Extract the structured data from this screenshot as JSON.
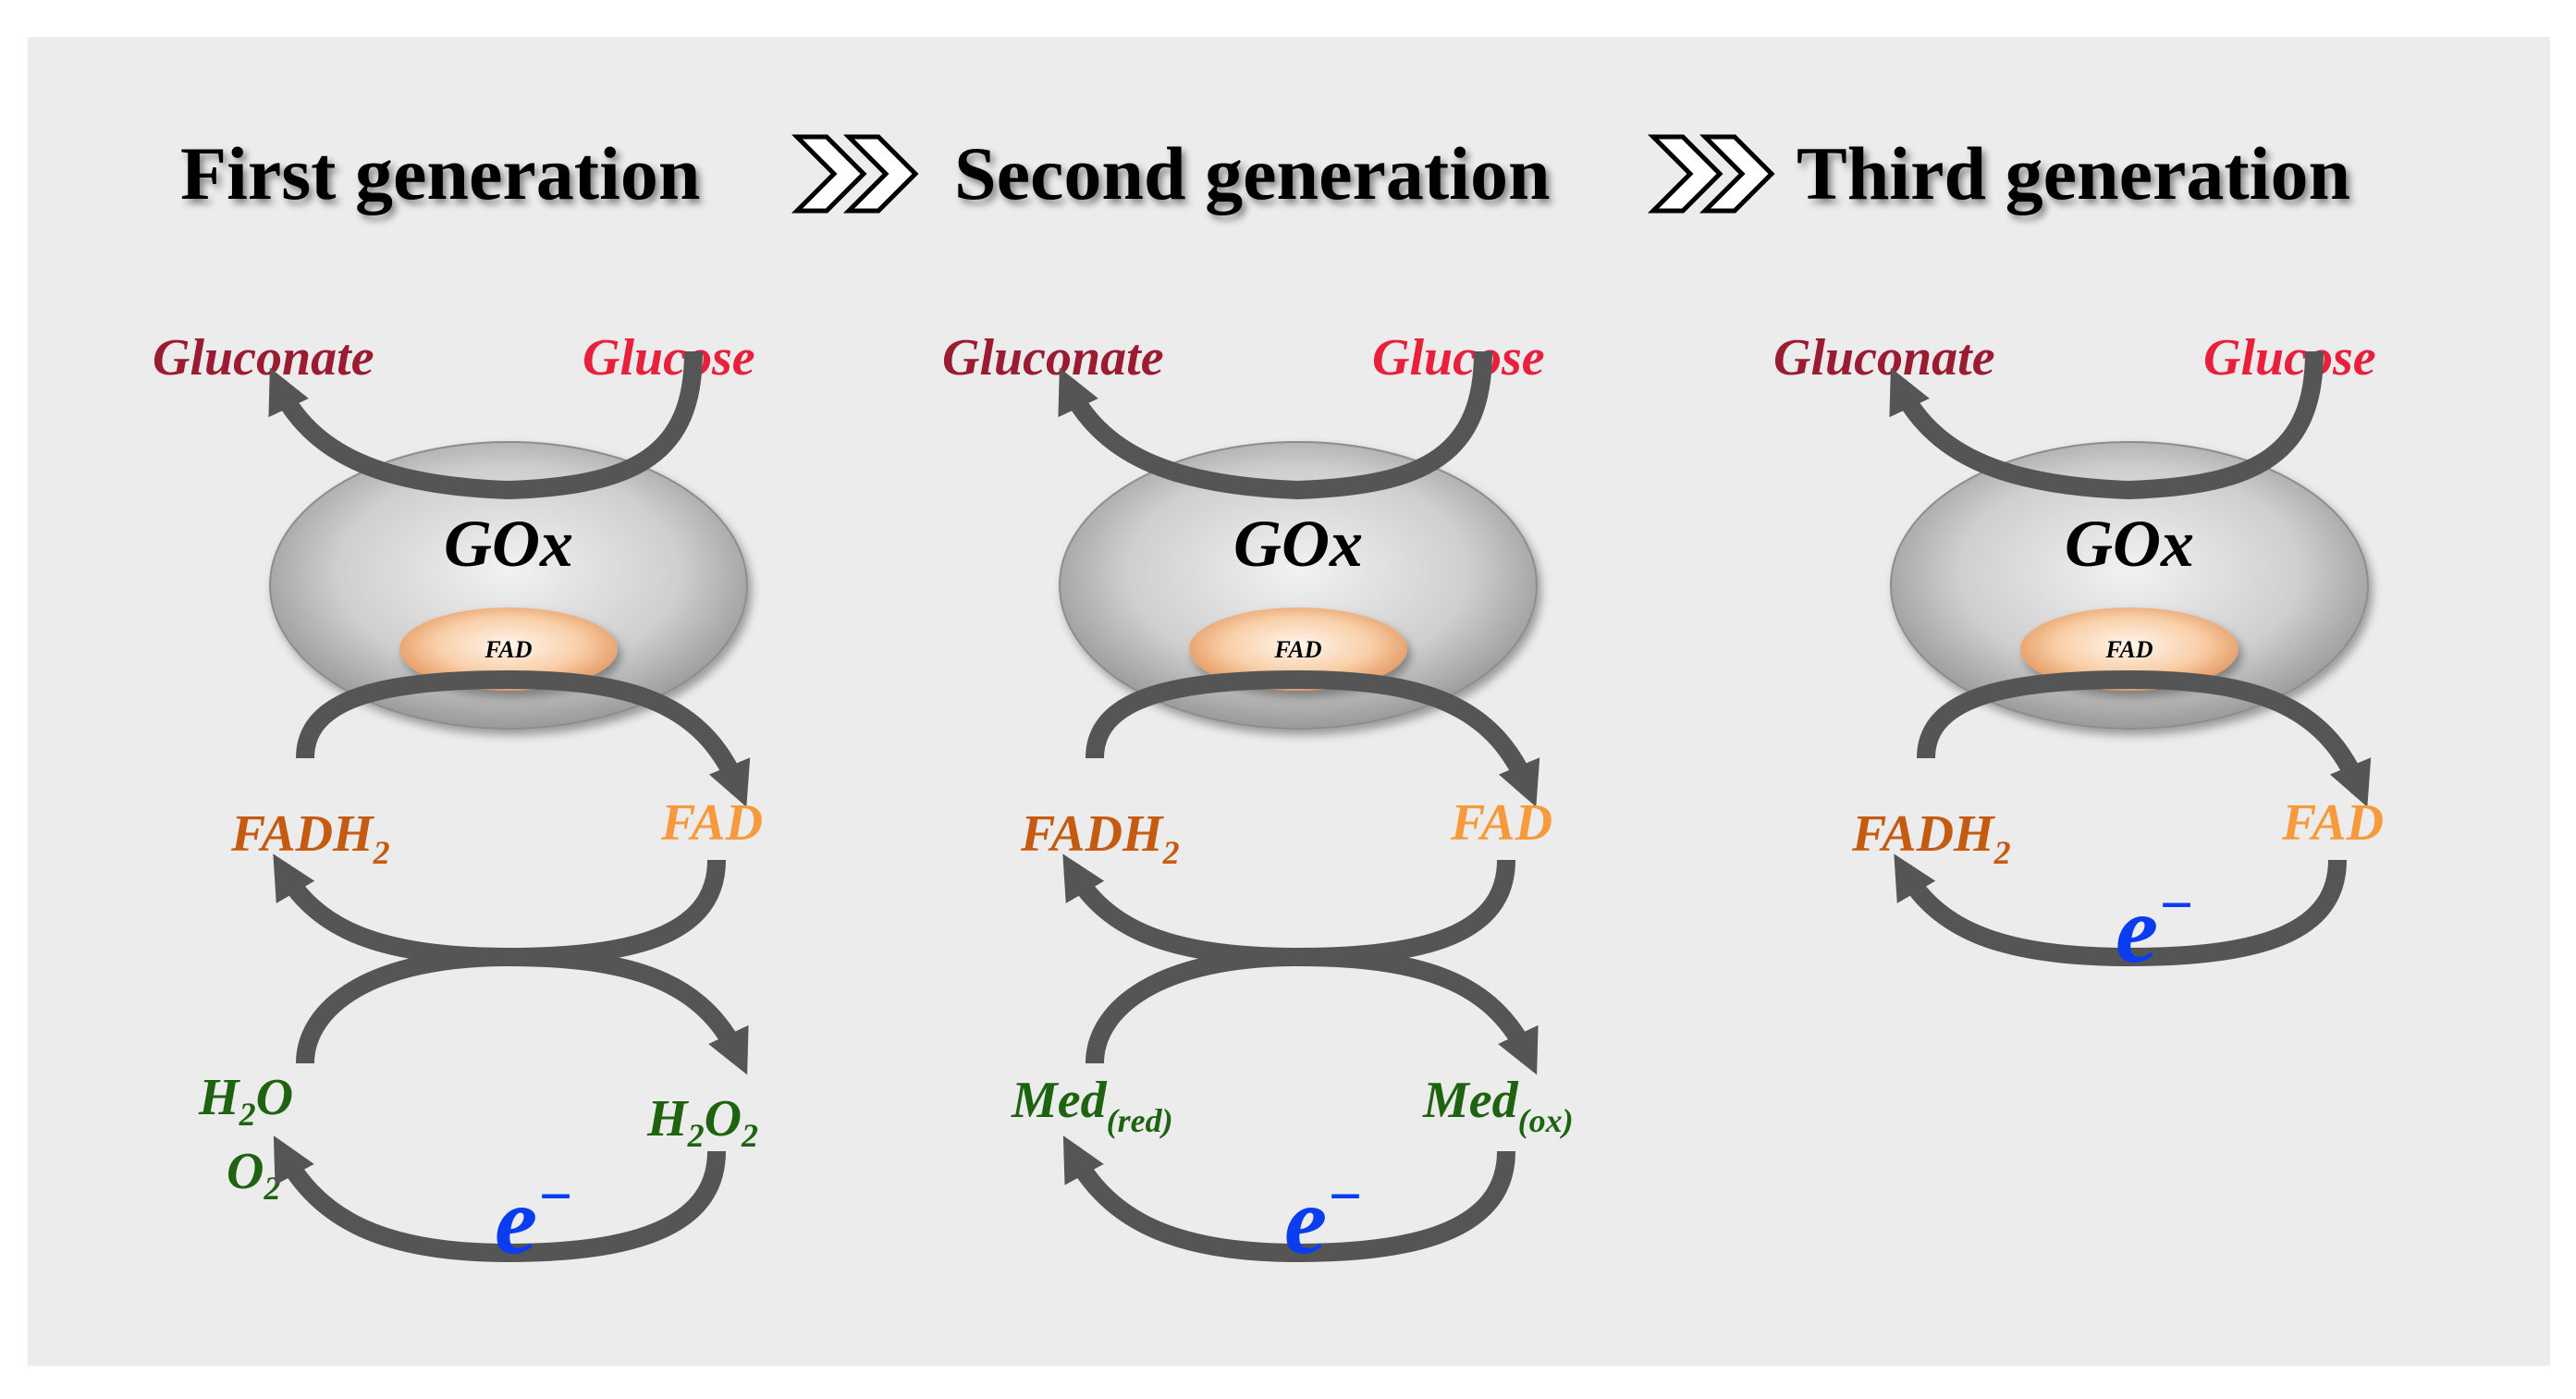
{
  "header": {
    "gen1": "First generation",
    "gen2": "Second generation",
    "gen3": "Third generation",
    "separator_icon": "double-chevron-right-icon"
  },
  "panels": [
    {
      "gluconate": "Gluconate",
      "glucose": "Glucose",
      "enzyme": "GOx",
      "cofactor": "FAD",
      "fadh2": "FADH",
      "fadh2_sub": "2",
      "fad": "FAD",
      "h2o": {
        "a": "H",
        "sub": "2",
        "b": "O"
      },
      "o2": {
        "a": "O",
        "sub": "2"
      },
      "h2o2": {
        "a": "H",
        "sub1": "2",
        "b": "O",
        "sub2": "2"
      },
      "electron": "e",
      "electron_sup": "−"
    },
    {
      "gluconate": "Gluconate",
      "glucose": "Glucose",
      "enzyme": "GOx",
      "cofactor": "FAD",
      "fadh2": "FADH",
      "fadh2_sub": "2",
      "fad": "FAD",
      "med_red": "Med",
      "med_red_sub": "(red)",
      "med_ox": "Med",
      "med_ox_sub": "(ox)",
      "electron": "e",
      "electron_sup": "−"
    },
    {
      "gluconate": "Gluconate",
      "glucose": "Glucose",
      "enzyme": "GOx",
      "cofactor": "FAD",
      "fadh2": "FADH",
      "fadh2_sub": "2",
      "fad": "FAD",
      "electron": "e",
      "electron_sup": "−"
    }
  ],
  "colors": {
    "background": "#ececec",
    "arrow": "#555555",
    "gluconate": "#9b1b30",
    "glucose": "#e8203c",
    "fadh2": "#c55a11",
    "fad": "#f79a3c",
    "species": "#1e6410",
    "electron": "#0a3cf0"
  }
}
